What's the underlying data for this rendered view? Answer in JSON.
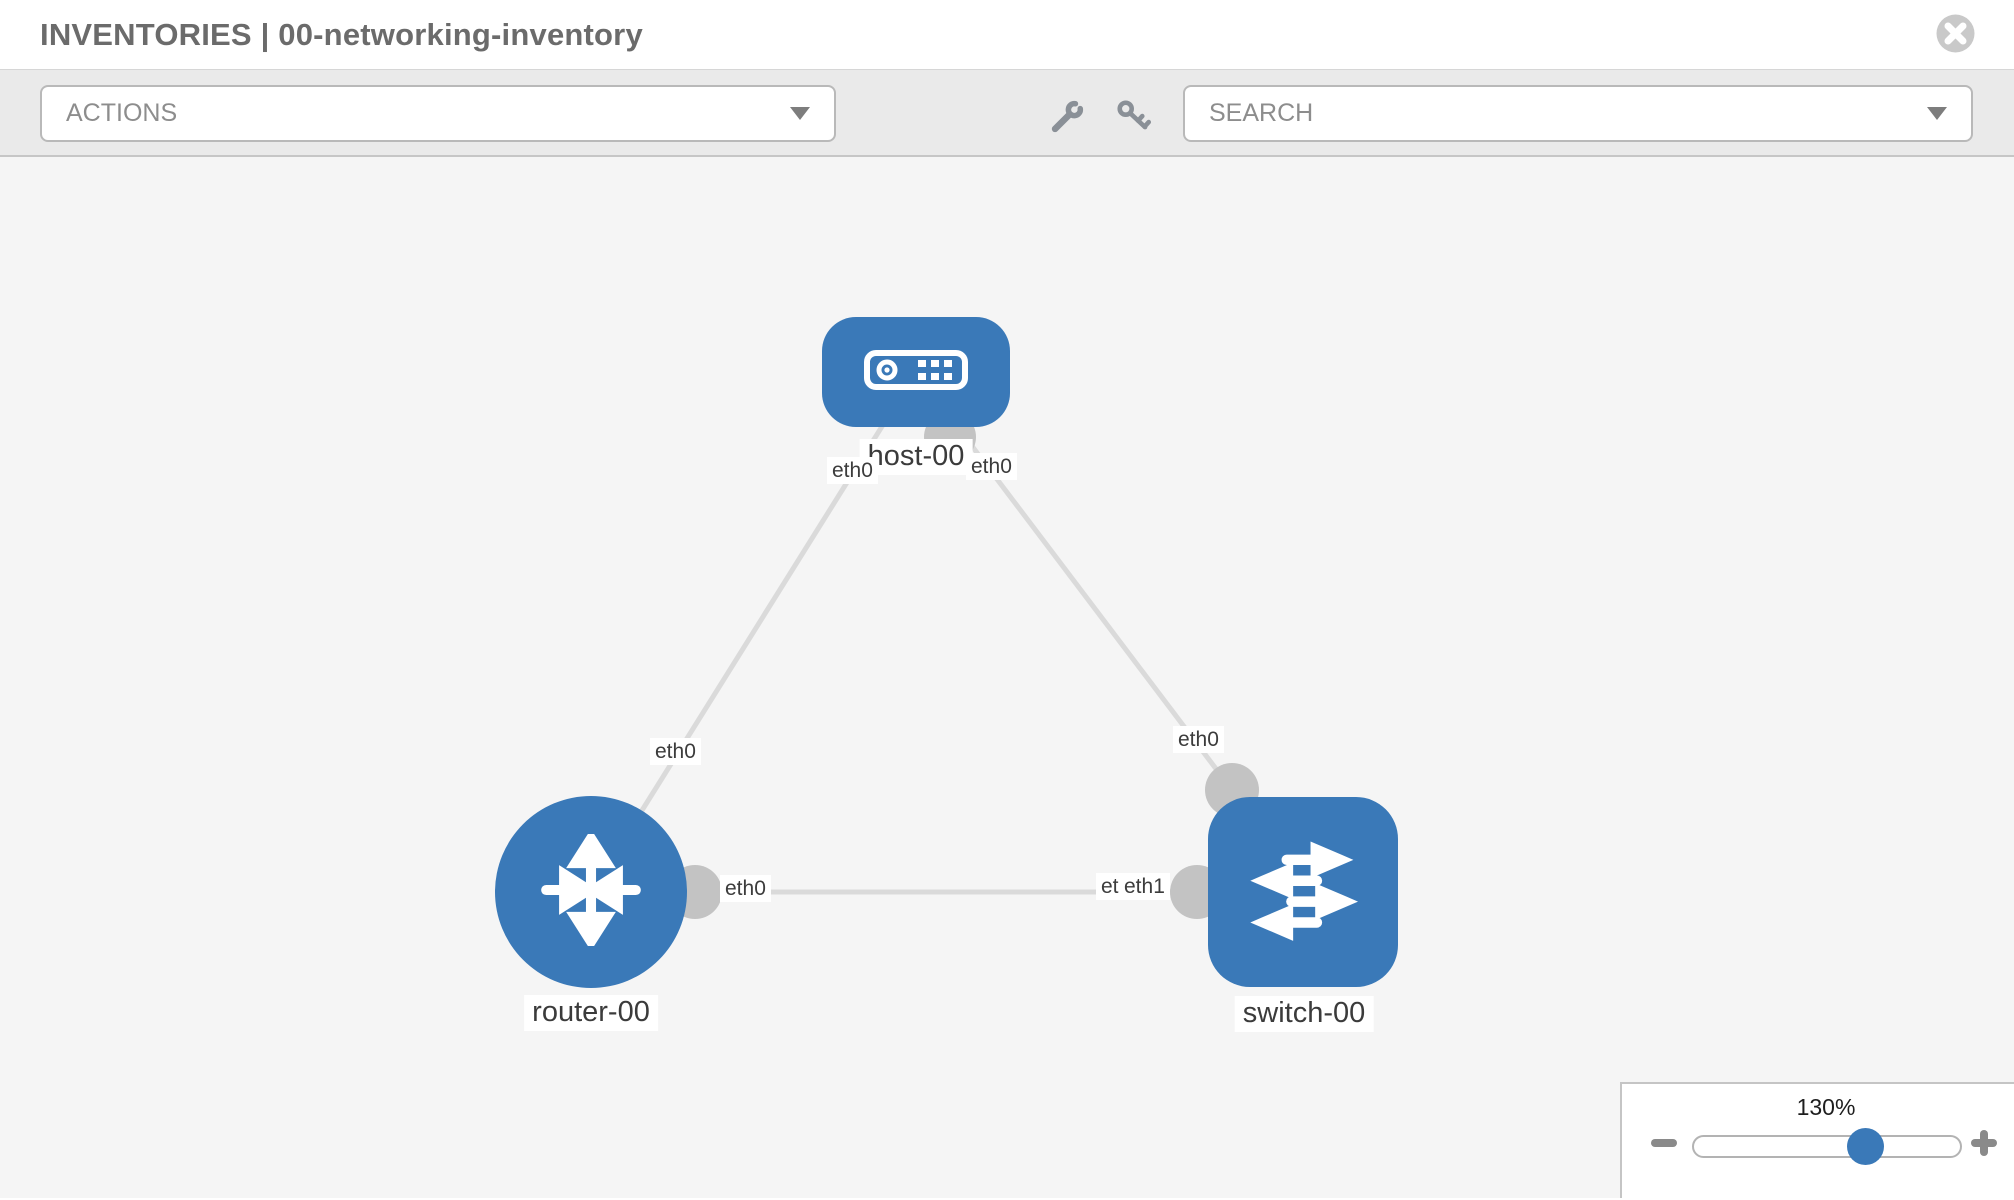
{
  "header": {
    "title": "INVENTORIES | 00-networking-inventory"
  },
  "toolbar": {
    "actions_label": "ACTIONS",
    "search_label": "SEARCH"
  },
  "topology": {
    "nodes": [
      {
        "label": "host-00",
        "type": "host"
      },
      {
        "label": "router-00",
        "type": "router"
      },
      {
        "label": "switch-00",
        "type": "switch"
      }
    ],
    "links": [
      {
        "from": "host-00",
        "from_if": "eth0",
        "to": "router-00",
        "to_if": "eth0"
      },
      {
        "from": "host-00",
        "from_if": "eth0",
        "to": "switch-00",
        "to_if": "eth0"
      },
      {
        "from": "router-00",
        "from_if": "eth0",
        "to": "switch-00",
        "to_if": "eth1",
        "overlapped_label": "eth0"
      }
    ]
  },
  "zoom_control": {
    "value": "130%"
  },
  "colors": {
    "node_blue": "#3a79b8",
    "edge_gray": "#dadada",
    "connector_gray": "#c3c3c3",
    "canvas_bg": "#f5f5f5",
    "toolbar_bg": "#eaeaea",
    "icon_gray": "#8a9097",
    "chip_text": "#3c3c3c"
  }
}
